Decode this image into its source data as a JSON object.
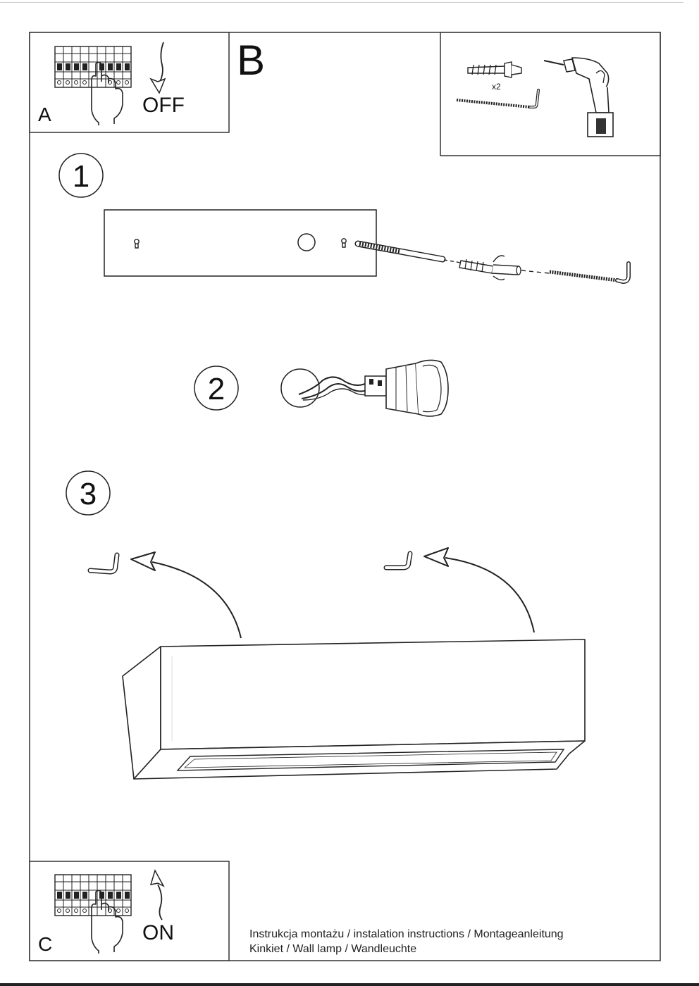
{
  "panel_a": {
    "letter": "A",
    "label": "OFF"
  },
  "panel_b": {
    "letter": "B",
    "qty": "x2"
  },
  "panel_c": {
    "letter": "C",
    "label": "ON"
  },
  "steps": [
    "1",
    "2",
    "3"
  ],
  "footer": {
    "line1": "Instrukcja montażu / instalation instructions / Montageanleitung",
    "line2": "Kinkiet / Wall lamp / Wandleuchte"
  }
}
